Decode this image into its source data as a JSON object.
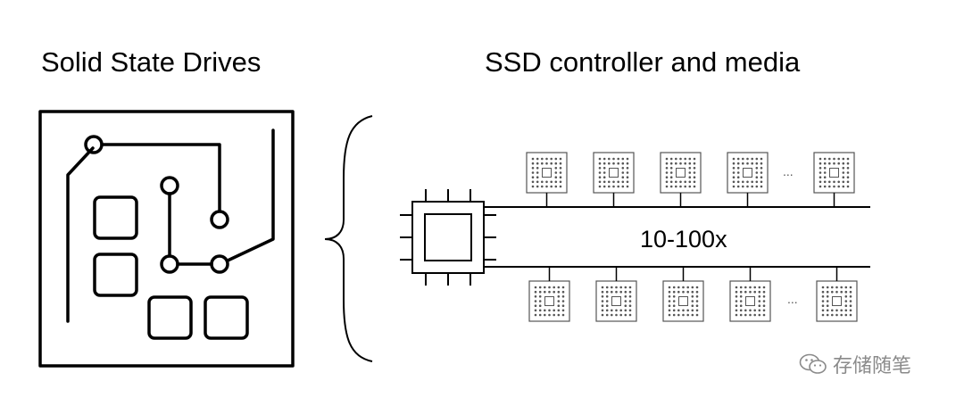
{
  "left_title": "Solid State Drives",
  "right_title": "SSD controller and media",
  "bandwidth_label": "10-100x",
  "ellipsis": "...",
  "watermark_text": "存储随笔",
  "watermark_icon": "wechat-icon",
  "colors": {
    "line": "#000000",
    "chip_stroke": "#555555",
    "watermark": "#8a8a8a"
  }
}
